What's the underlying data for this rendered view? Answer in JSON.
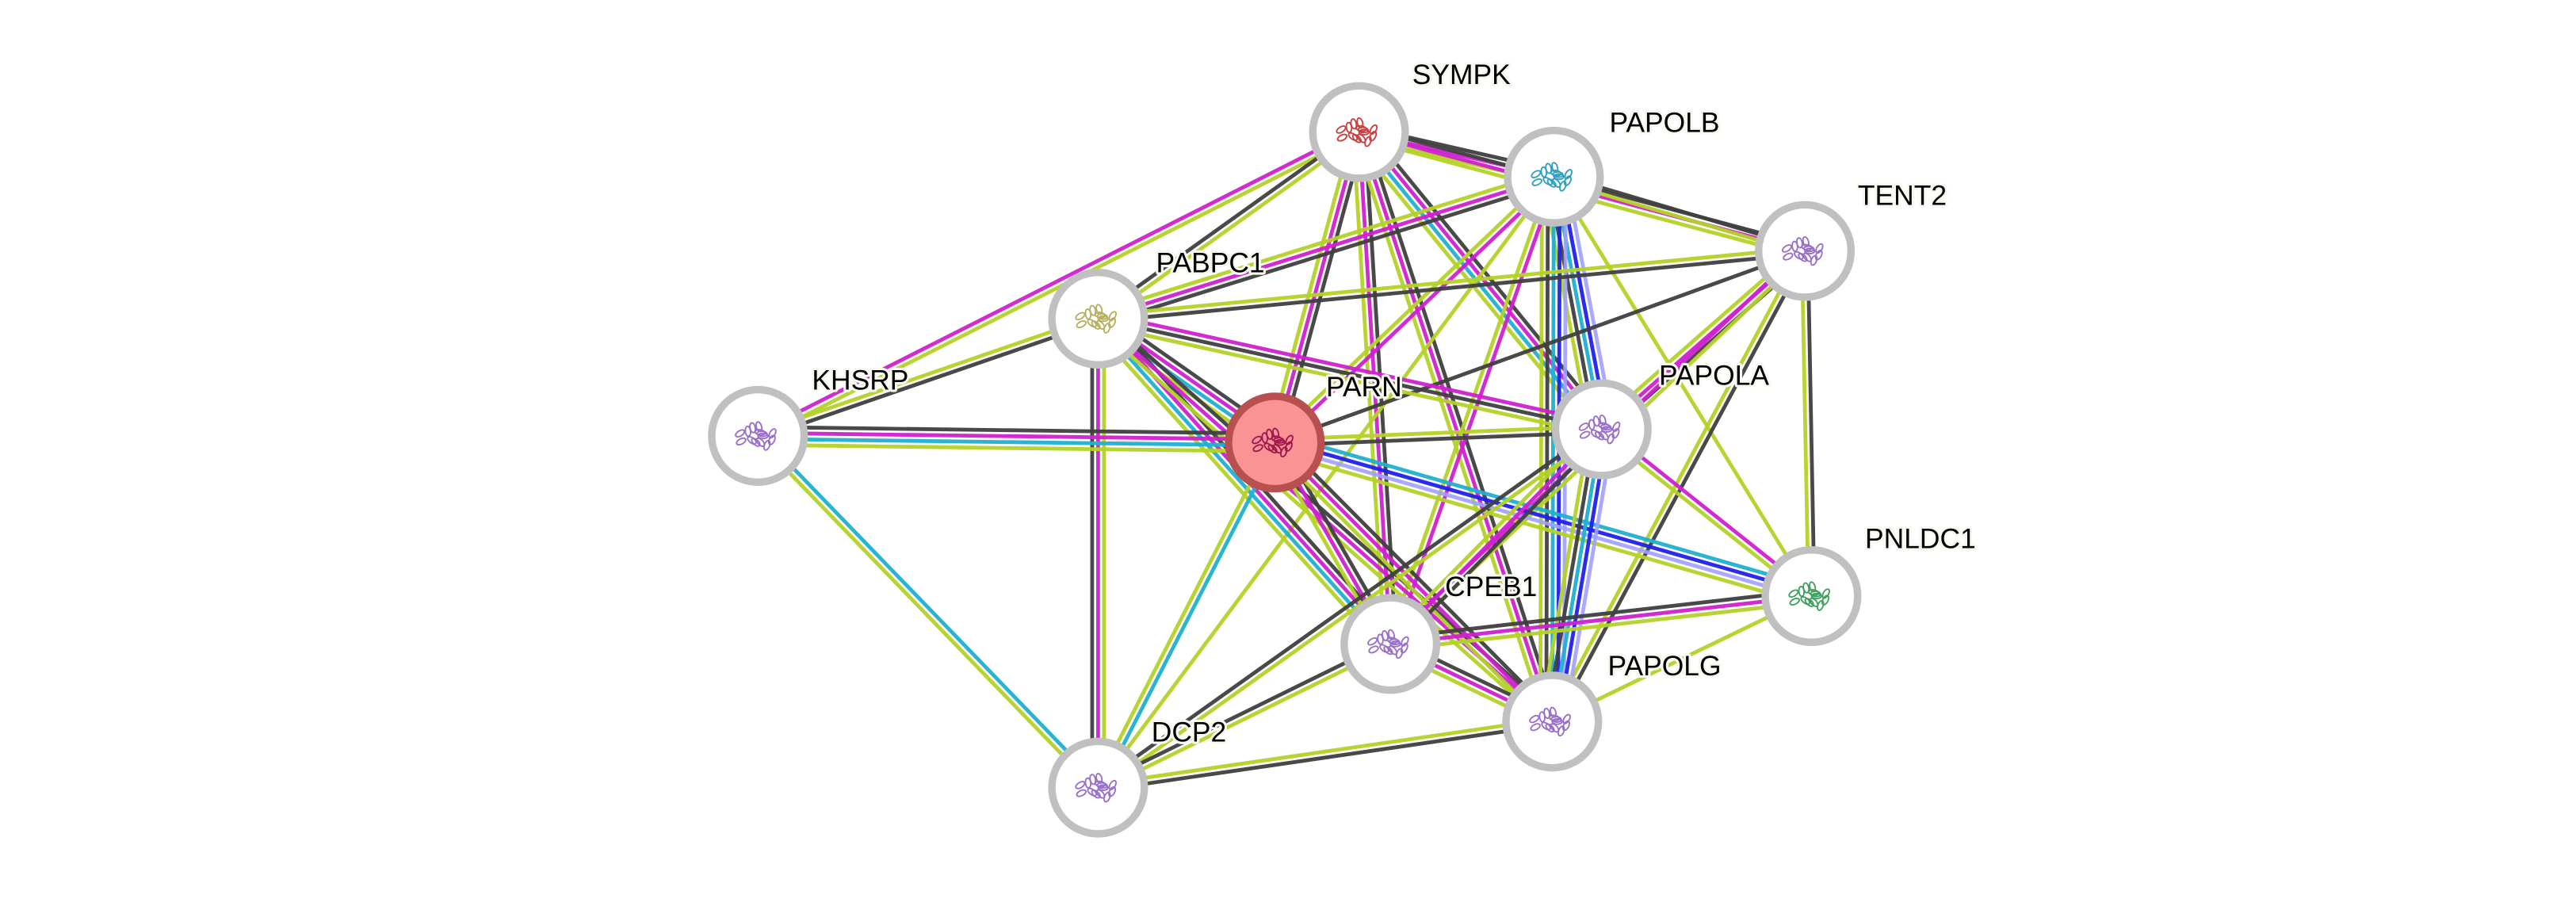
{
  "network": {
    "query_protein": "PARN",
    "nodes": [
      {
        "id": "SYMPK",
        "label": "SYMPK",
        "structure_color": "#c84040"
      },
      {
        "id": "PAPOLB",
        "label": "PAPOLB",
        "structure_color": "#30a0c0"
      },
      {
        "id": "TENT2",
        "label": "TENT2",
        "structure_color": "#9a70c8"
      },
      {
        "id": "PABPC1",
        "label": "PABPC1",
        "structure_color": "#b8b060"
      },
      {
        "id": "KHSRP",
        "label": "KHSRP",
        "structure_color": "#9a70c8"
      },
      {
        "id": "PARN",
        "label": "PARN",
        "structure_color": "#a01850"
      },
      {
        "id": "PAPOLA",
        "label": "PAPOLA",
        "structure_color": "#9a70c8"
      },
      {
        "id": "PNLDC1",
        "label": "PNLDC1",
        "structure_color": "#40a060"
      },
      {
        "id": "CPEB1",
        "label": "CPEB1",
        "structure_color": "#9a70c8"
      },
      {
        "id": "PAPOLG",
        "label": "PAPOLG",
        "structure_color": "#9a70c8"
      },
      {
        "id": "DCP2",
        "label": "DCP2",
        "structure_color": "#9a70c8"
      }
    ],
    "evidence_colors": {
      "k": "#404040",
      "m": "#d020d0",
      "y": "#b4d228",
      "c": "#20b0d0",
      "b": "#2020f0",
      "l": "#a0a0ff"
    },
    "edges": [
      [
        "SYMPK",
        "KHSRP",
        "ym"
      ],
      [
        "SYMPK",
        "PABPC1",
        "yk"
      ],
      [
        "SYMPK",
        "PARN",
        "kmy"
      ],
      [
        "SYMPK",
        "PAPOLB",
        "kmy"
      ],
      [
        "SYMPK",
        "TENT2",
        "kmy"
      ],
      [
        "SYMPK",
        "PAPOLA",
        "kmcy"
      ],
      [
        "SYMPK",
        "CPEB1",
        "kmy"
      ],
      [
        "SYMPK",
        "PAPOLG",
        "kmy"
      ],
      [
        "PAPOLB",
        "PABPC1",
        "kmy"
      ],
      [
        "PAPOLB",
        "TENT2",
        "ky"
      ],
      [
        "PAPOLB",
        "PARN",
        "my"
      ],
      [
        "PAPOLB",
        "PAPOLA",
        "lbcky"
      ],
      [
        "PAPOLB",
        "PAPOLG",
        "lbcky"
      ],
      [
        "PAPOLB",
        "CPEB1",
        "my"
      ],
      [
        "PAPOLB",
        "PNLDC1",
        "y"
      ],
      [
        "PAPOLB",
        "DCP2",
        "y"
      ],
      [
        "TENT2",
        "PABPC1",
        "ky"
      ],
      [
        "TENT2",
        "PARN",
        "k"
      ],
      [
        "TENT2",
        "PAPOLA",
        "kmy"
      ],
      [
        "TENT2",
        "PNLDC1",
        "ky"
      ],
      [
        "TENT2",
        "PAPOLG",
        "ky"
      ],
      [
        "TENT2",
        "CPEB1",
        "ym"
      ],
      [
        "PABPC1",
        "KHSRP",
        "ky"
      ],
      [
        "PABPC1",
        "PARN",
        "kmcy"
      ],
      [
        "PABPC1",
        "PAPOLA",
        "mky"
      ],
      [
        "PABPC1",
        "CPEB1",
        "kmcy"
      ],
      [
        "PABPC1",
        "PAPOLG",
        "kmy"
      ],
      [
        "PABPC1",
        "DCP2",
        "ymk"
      ],
      [
        "KHSRP",
        "PARN",
        "kmcy"
      ],
      [
        "KHSRP",
        "DCP2",
        "cy"
      ],
      [
        "PARN",
        "PAPOLA",
        "yk"
      ],
      [
        "PARN",
        "PNLDC1",
        "cbly"
      ],
      [
        "PARN",
        "CPEB1",
        "kmy"
      ],
      [
        "PARN",
        "PAPOLG",
        "kmy"
      ],
      [
        "PARN",
        "DCP2",
        "cy"
      ],
      [
        "PAPOLA",
        "PNLDC1",
        "my"
      ],
      [
        "PAPOLA",
        "PAPOLG",
        "lbcky"
      ],
      [
        "PAPOLA",
        "CPEB1",
        "kmy"
      ],
      [
        "PAPOLA",
        "DCP2",
        "yk"
      ],
      [
        "PNLDC1",
        "CPEB1",
        "ymk"
      ],
      [
        "PNLDC1",
        "PAPOLG",
        "y"
      ],
      [
        "CPEB1",
        "PAPOLG",
        "kmy"
      ],
      [
        "CPEB1",
        "DCP2",
        "yk"
      ],
      [
        "PAPOLG",
        "DCP2",
        "ky"
      ]
    ]
  }
}
